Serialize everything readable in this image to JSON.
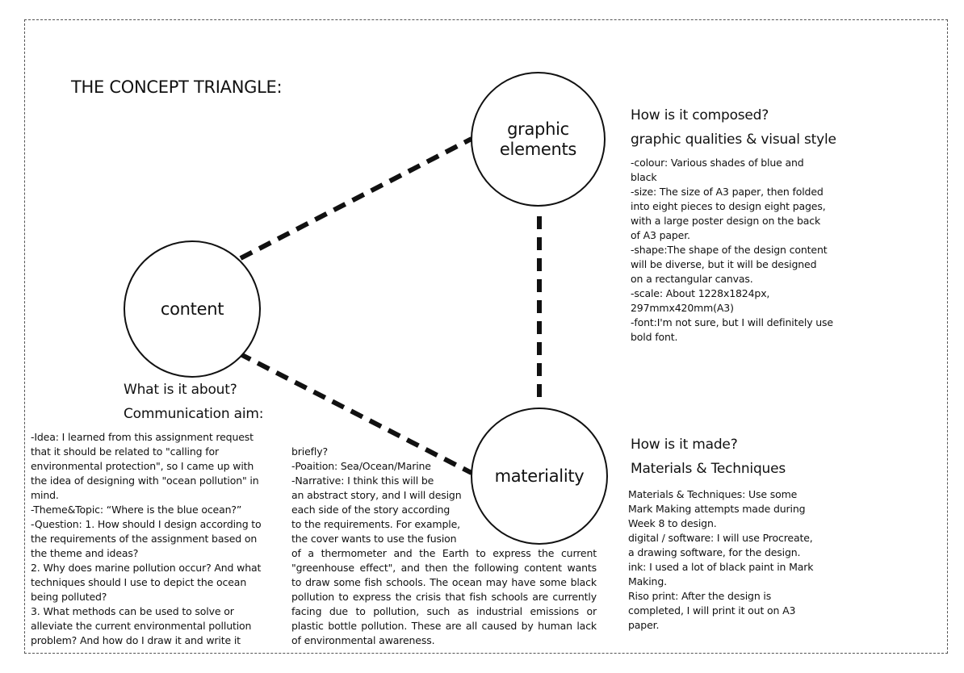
{
  "title": "THE CONCEPT TRIANGLE:",
  "nodes": {
    "graphic": "graphic\nelements",
    "content": "content",
    "materiality": "materiality"
  },
  "graphic_section": {
    "heading1": "How is it composed?",
    "heading2": "graphic qualities & visual style",
    "lines": [
      "-colour: Various shades of blue and",
      "black",
      "-size: The size of A3 paper, then folded",
      "into eight pieces to design eight pages,",
      "with a large poster design on the back",
      "of A3 paper.",
      "-shape:The shape of the design content",
      "will be diverse, but it will be designed",
      "on a rectangular canvas.",
      "-scale: About 1228x1824px,",
      "297mmx420mm(A3)",
      "-font:I'm not sure, but I will definitely use",
      "bold font."
    ]
  },
  "content_section": {
    "heading1": "What is it about?",
    "heading2": "Communication aim:",
    "lines": [
      "-Idea: I learned from this assignment request",
      "that it should be related to \"calling for",
      "environmental protection\", so I came up with",
      "the idea of designing with \"ocean pollution\" in",
      "mind.",
      "-Theme&Topic: “Where is the blue ocean?”",
      "-Question: 1. How should I design according to",
      "the requirements of the assignment based on",
      "the theme and ideas?",
      "2. Why does marine pollution occur? And what",
      "techniques should I use to depict the ocean",
      "being polluted?",
      "3. What methods can be used to solve or",
      "alleviate the current environmental pollution",
      "problem? And how do I draw it and write it"
    ]
  },
  "middle_section": {
    "lines_short": [
      "briefly?",
      "-Poaition: Sea/Ocean/Marine",
      "-Narrative: I think this will be",
      "an abstract story, and I will design",
      "each side of the story according",
      "to the requirements. For example,",
      "the cover wants to use the fusion"
    ],
    "lines_wide": [
      "of a thermometer and the Earth to express the current",
      "\"greenhouse effect\", and then the following content wants",
      "to draw some fish schools. The ocean may have some black",
      "pollution to express the crisis that fish schools are currently",
      "facing due to pollution, such as industrial emissions or",
      "plastic bottle pollution. These are all caused by human lack",
      "of environmental awareness."
    ]
  },
  "materiality_section": {
    "heading1": "How is it made?",
    "heading2": "Materials & Techniques",
    "lines": [
      "Materials & Techniques: Use some",
      "Mark Making attempts made during",
      "Week 8 to design.",
      "digital / software: I will use Procreate,",
      "a drawing software, for the design.",
      "ink: I used a lot of black paint in Mark",
      "Making.",
      "Riso print: After the design is",
      "completed, I will print it out on A3",
      "paper."
    ]
  }
}
